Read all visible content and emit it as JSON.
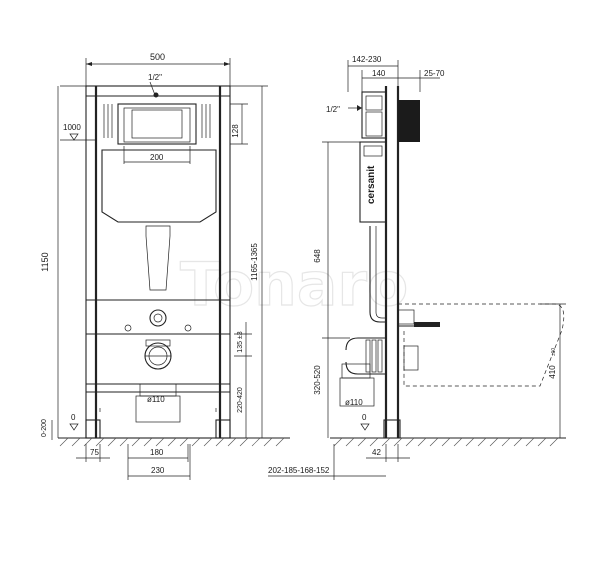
{
  "front_view": {
    "width_top": "500",
    "pipe_top": "1/2\"",
    "mark_1000": "1000",
    "dim_128": "128",
    "dim_200": "200",
    "height_total": "1150",
    "height_range": "1165-1365",
    "dim_135": "135 ±3",
    "dim_220_420": "220-420",
    "diameter_label": "ø110",
    "floor_0": "0",
    "floor_range": "0-200",
    "dim_75": "75",
    "dim_180": "180",
    "dim_230": "230"
  },
  "side_view": {
    "dim_142_230": "142-230",
    "dim_140": "140",
    "dim_25_70": "25-70",
    "pipe_side": "1/2\"",
    "brand": "cersanit",
    "dim_648": "648",
    "dim_320_520": "320-520",
    "diameter_label": "ø110",
    "floor_0": "0",
    "dim_410": "410",
    "dim_410_tol": "±10",
    "dim_42": "42",
    "bottom_range": "202-185-168-152"
  },
  "watermark": "Tonaro"
}
